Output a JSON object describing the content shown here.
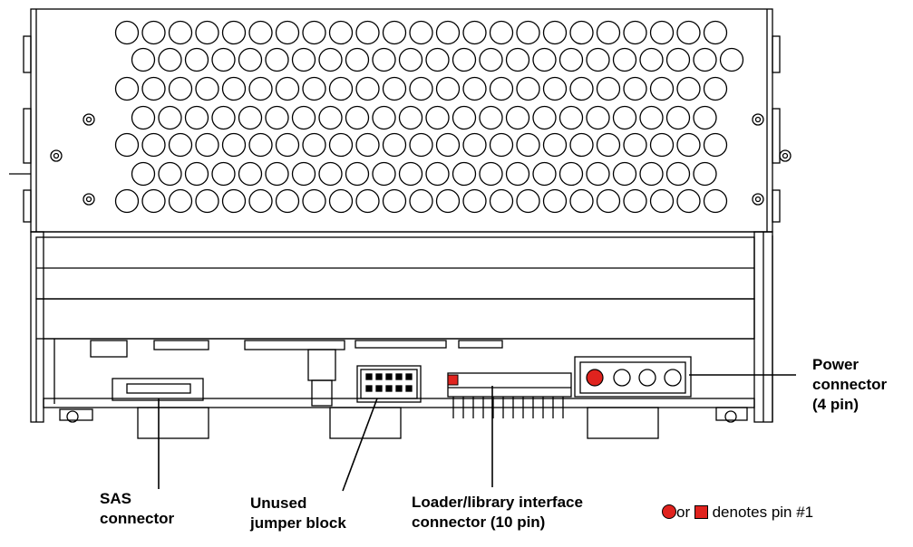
{
  "labels": {
    "power": [
      "Power",
      "connector",
      "(4 pin)"
    ],
    "sas": [
      "SAS",
      "connector"
    ],
    "jumper": [
      "Unused",
      "jumper block"
    ],
    "loader": [
      "Loader/library interface",
      "connector (10 pin)"
    ]
  },
  "legend": {
    "or_text": "or",
    "denotes_text": "denotes pin #1"
  },
  "colors": {
    "pin1_marker": "#e0231e",
    "line": "#000000"
  }
}
